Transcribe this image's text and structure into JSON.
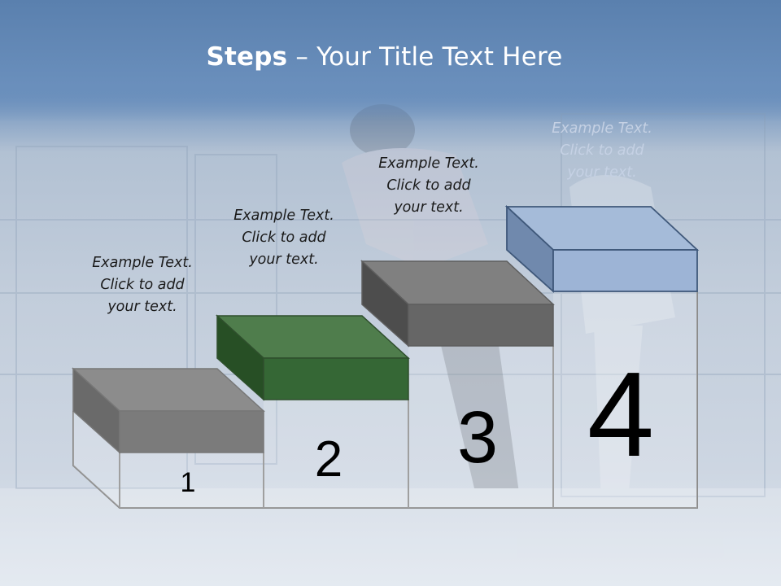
{
  "slide": {
    "title_bold": "Steps",
    "title_rest": "– Your Title Text Here"
  },
  "steps": [
    {
      "number": "1",
      "caption": [
        "Example Text.",
        "Click  to add",
        "your text."
      ],
      "top_color": "#808080",
      "front_color": "#6c6c6c"
    },
    {
      "number": "2",
      "caption": [
        "Example Text.",
        "Click  to add",
        "your text."
      ],
      "top_color": "#4a7a48",
      "front_color": "#336433"
    },
    {
      "number": "3",
      "caption": [
        "Example Text.",
        "Click  to add",
        "your text."
      ],
      "top_color": "#7a7a7a",
      "front_color": "#636363"
    },
    {
      "number": "4",
      "caption": [
        "Example Text.",
        "Click  to add",
        "your text."
      ],
      "top_color": "#a7bddb",
      "front_color": "#9cb3d5"
    }
  ],
  "icons": [
    "staircase-graphic"
  ]
}
